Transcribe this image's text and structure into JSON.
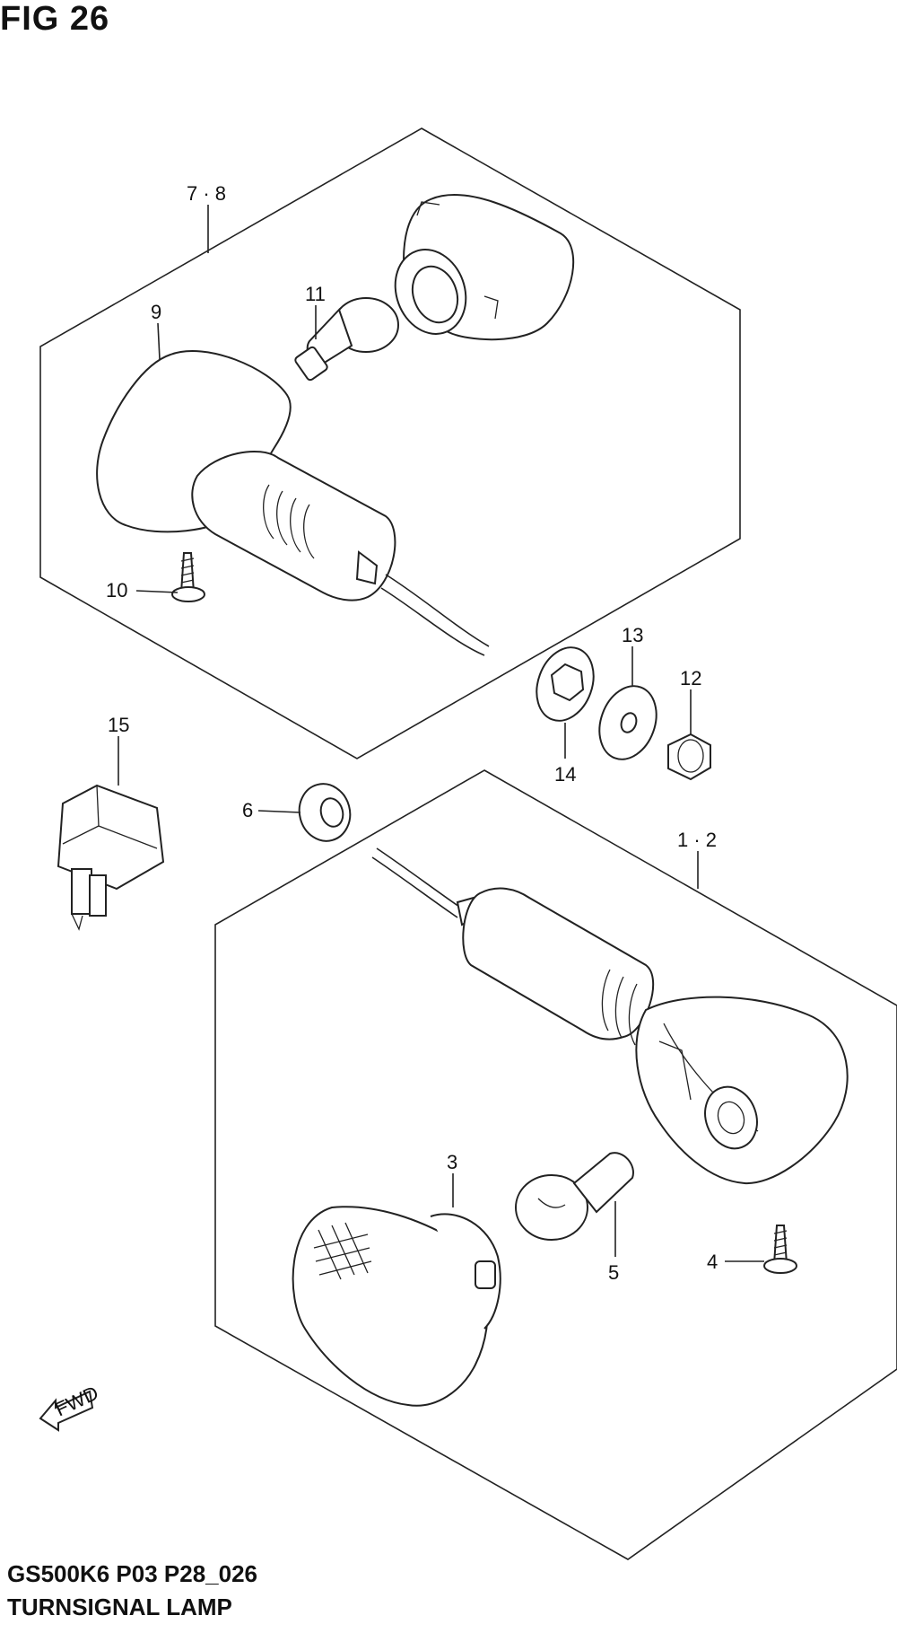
{
  "header": {
    "title": "FIG 26"
  },
  "footer": {
    "model_code": "GS500K6 P03 P28_026",
    "section_name": "TURNSIGNAL LAMP"
  },
  "diagram": {
    "callouts": {
      "p7_8": "7 · 8",
      "p9": "9",
      "p10": "10",
      "p11": "11",
      "p12": "12",
      "p13": "13",
      "p14": "14",
      "p15": "15",
      "p6": "6",
      "p1_2": "1 · 2",
      "p3": "3",
      "p4": "4",
      "p5": "5"
    },
    "direction_marker": "FWD"
  }
}
